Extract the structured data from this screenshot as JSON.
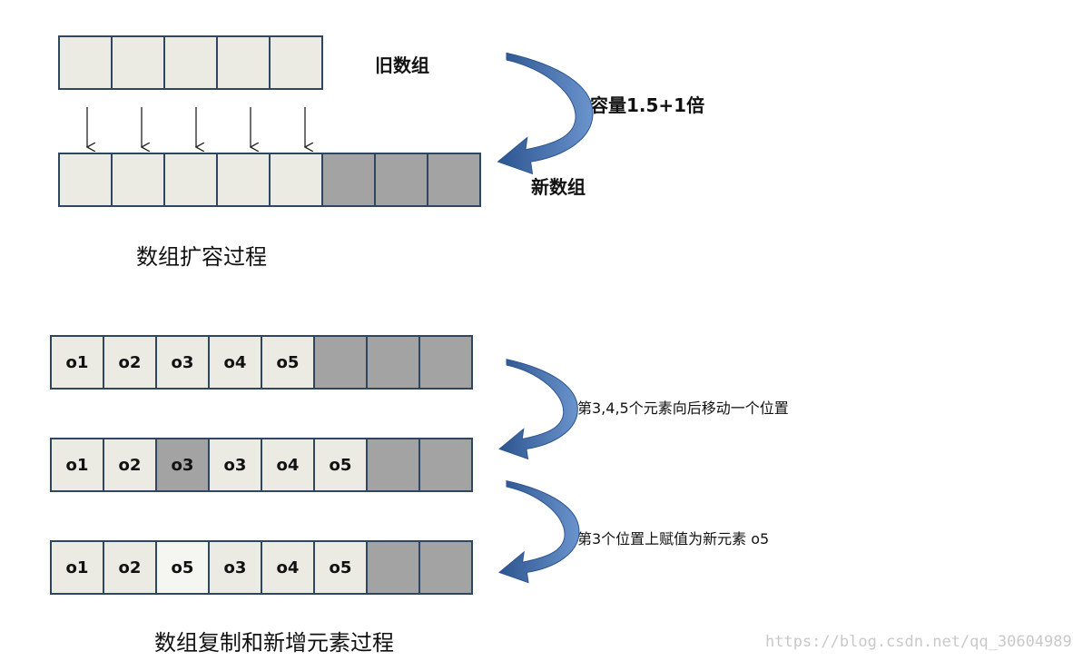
{
  "colors": {
    "cell_light": "#ecebe3",
    "cell_dark": "#a3a3a3",
    "cell_highlight": "#f5f5f1",
    "border": "#2f4660",
    "arrow_blue": "#4f7bb8",
    "arrow_blue_dark": "#2c5590"
  },
  "top": {
    "old_label": "旧数组",
    "new_label": "新数组",
    "capacity_label": "容量1.5+1倍",
    "caption": "数组扩容过程",
    "old_cells": [
      {
        "text": "",
        "fill": "light"
      },
      {
        "text": "",
        "fill": "light"
      },
      {
        "text": "",
        "fill": "light"
      },
      {
        "text": "",
        "fill": "light"
      },
      {
        "text": "",
        "fill": "light"
      }
    ],
    "new_cells": [
      {
        "text": "",
        "fill": "light"
      },
      {
        "text": "",
        "fill": "light"
      },
      {
        "text": "",
        "fill": "light"
      },
      {
        "text": "",
        "fill": "light"
      },
      {
        "text": "",
        "fill": "light"
      },
      {
        "text": "",
        "fill": "dark"
      },
      {
        "text": "",
        "fill": "dark"
      },
      {
        "text": "",
        "fill": "dark"
      }
    ],
    "copy_arrow_count": 5
  },
  "bottom": {
    "row1": [
      {
        "text": "o1",
        "fill": "light"
      },
      {
        "text": "o2",
        "fill": "light"
      },
      {
        "text": "o3",
        "fill": "light"
      },
      {
        "text": "o4",
        "fill": "light"
      },
      {
        "text": "o5",
        "fill": "light"
      },
      {
        "text": "",
        "fill": "dark"
      },
      {
        "text": "",
        "fill": "dark"
      },
      {
        "text": "",
        "fill": "dark"
      }
    ],
    "row2": [
      {
        "text": "o1",
        "fill": "light"
      },
      {
        "text": "o2",
        "fill": "light"
      },
      {
        "text": "o3",
        "fill": "dark"
      },
      {
        "text": "o3",
        "fill": "light"
      },
      {
        "text": "o4",
        "fill": "light"
      },
      {
        "text": "o5",
        "fill": "light"
      },
      {
        "text": "",
        "fill": "dark"
      },
      {
        "text": "",
        "fill": "dark"
      }
    ],
    "row3": [
      {
        "text": "o1",
        "fill": "light"
      },
      {
        "text": "o2",
        "fill": "light"
      },
      {
        "text": "o5",
        "fill": "highlight"
      },
      {
        "text": "o3",
        "fill": "light"
      },
      {
        "text": "o4",
        "fill": "light"
      },
      {
        "text": "o5",
        "fill": "light"
      },
      {
        "text": "",
        "fill": "dark"
      },
      {
        "text": "",
        "fill": "dark"
      }
    ],
    "step1_label": "第3,4,5个元素向后移动一个位置",
    "step2_label": "第3个位置上赋值为新元素 o5",
    "caption": "数组复制和新增元素过程"
  },
  "watermark": "https://blog.csdn.net/qq_30604989"
}
